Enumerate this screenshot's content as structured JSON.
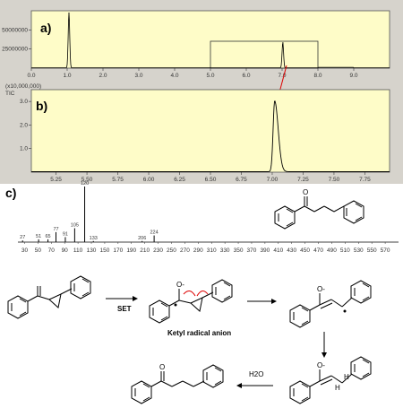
{
  "chart_data": [
    {
      "panel": "a)",
      "type": "line",
      "x_ticks": [
        "0.0",
        "1.0",
        "2.0",
        "3.0",
        "4.0",
        "5.0",
        "6.0",
        "7.0",
        "8.0",
        "9.0"
      ],
      "y_ticks": [
        "25000000",
        "50000000"
      ],
      "xlim": [
        0,
        10
      ],
      "ylim": [
        0,
        75000000
      ],
      "peaks": [
        {
          "x": 1.05,
          "y": 72000000
        },
        {
          "x": 7.02,
          "y": 33000000
        }
      ],
      "highlight_range": [
        5.0,
        8.0
      ]
    },
    {
      "panel": "b)",
      "type": "line",
      "scale_label": "(x10,000,000)",
      "ylabel": "TIC",
      "x_ticks": [
        "5.25",
        "5.50",
        "5.75",
        "6.00",
        "6.25",
        "6.50",
        "6.75",
        "7.00",
        "7.25",
        "7.50",
        "7.75"
      ],
      "y_ticks": [
        "1.0",
        "2.0",
        "3.0"
      ],
      "xlim": [
        5.05,
        7.95
      ],
      "ylim": [
        0,
        3.5
      ],
      "peaks": [
        {
          "x": 7.02,
          "y": 3.0
        }
      ]
    },
    {
      "panel": "c)",
      "type": "bar",
      "x_ticks": [
        "30",
        "50",
        "70",
        "90",
        "110",
        "130",
        "150",
        "170",
        "190",
        "210",
        "230",
        "250",
        "270",
        "290",
        "310",
        "330",
        "350",
        "370",
        "390",
        "410",
        "430",
        "450",
        "470",
        "490",
        "510",
        "530",
        "550",
        "570"
      ],
      "xlim": [
        20,
        590
      ],
      "ylim": [
        0,
        100
      ],
      "peaks": [
        {
          "mz": 27,
          "rel": 3,
          "label": "27"
        },
        {
          "mz": 51,
          "rel": 5,
          "label": "51"
        },
        {
          "mz": 65,
          "rel": 5,
          "label": "65"
        },
        {
          "mz": 77,
          "rel": 18,
          "label": "77"
        },
        {
          "mz": 91,
          "rel": 9,
          "label": "91"
        },
        {
          "mz": 105,
          "rel": 25,
          "label": "105"
        },
        {
          "mz": 120,
          "rel": 100,
          "label": "120"
        },
        {
          "mz": 133,
          "rel": 2,
          "label": "133"
        },
        {
          "mz": 206,
          "rel": 2,
          "label": "206"
        },
        {
          "mz": 224,
          "rel": 12,
          "label": "224"
        }
      ]
    }
  ],
  "scheme": {
    "set_label": "SET",
    "ketyl_label": "Ketyl radical anion",
    "water_label": "H2O",
    "o_minus": "O-",
    "o_label": "O",
    "h_label": "H"
  }
}
